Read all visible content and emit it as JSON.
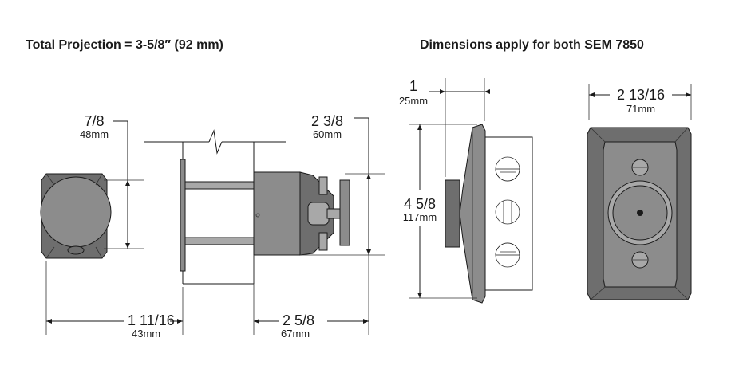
{
  "headings": {
    "left": "Total Projection = 3-5/8″ (92 mm)",
    "right": "Dimensions apply for both SEM 7850"
  },
  "dimensions": {
    "seven_eighths": {
      "main": "7/8",
      "sub": "48mm"
    },
    "one_eleven_sixteenths": {
      "main": "1 11/16",
      "sub": "43mm"
    },
    "two_three_eighths": {
      "main": "2 3/8",
      "sub": "60mm"
    },
    "two_five_eighths": {
      "main": "2 5/8",
      "sub": "67mm"
    },
    "one": {
      "main": "1",
      "sub": "25mm"
    },
    "four_five_eighths": {
      "main": "4 5/8",
      "sub": "117mm"
    },
    "two_thirteen_sixteenths": {
      "main": "2 13/16",
      "sub": "71mm"
    }
  },
  "colors": {
    "body": "#8c8c8c",
    "dark": "#6e6e6e",
    "light": "#a8a8a8",
    "line": "#1a1a1a"
  }
}
